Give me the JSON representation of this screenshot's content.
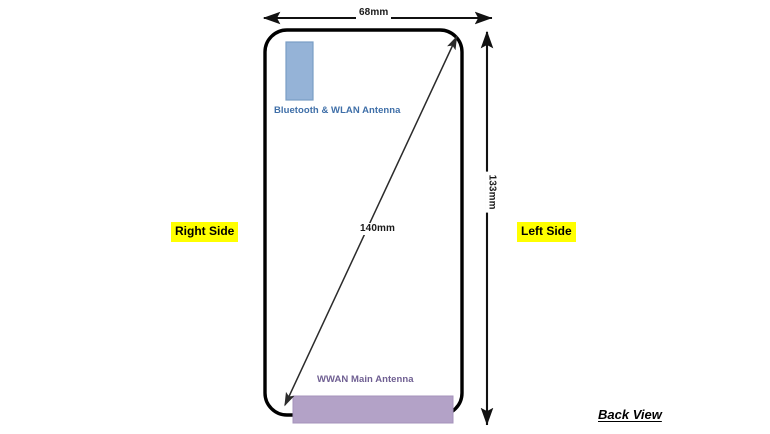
{
  "diagram": {
    "title": "Back View",
    "view_label": "Back View",
    "background_color": "#ffffff",
    "outline_color": "#000000",
    "dimensions": {
      "width_label": "68mm",
      "height_label": "133mm",
      "diagonal_label": "140mm"
    },
    "orientation_labels": {
      "right": "Right Side",
      "left": "Left Side",
      "highlight_color": "#ffff00"
    },
    "antennas": [
      {
        "id": "bluetooth-wlan",
        "label": "Bluetooth & WLAN Antenna",
        "fill_color": "#95b3d7",
        "stroke_color": "#7a9ec4",
        "text_color": "#3f6fa8"
      },
      {
        "id": "wwan-main",
        "label": "WWAN Main Antenna",
        "fill_color": "#b3a2c7",
        "stroke_color": "#a493bb",
        "text_color": "#6f5f92"
      }
    ]
  },
  "chart_data": {
    "type": "diagram",
    "title": "Back View",
    "subject": "mobile device back view with antenna placement",
    "measurements": [
      {
        "name": "width",
        "value": 68,
        "unit": "mm",
        "label": "68mm",
        "orientation": "horizontal"
      },
      {
        "name": "height",
        "value": 133,
        "unit": "mm",
        "label": "133mm",
        "orientation": "vertical"
      },
      {
        "name": "diagonal",
        "value": 140,
        "unit": "mm",
        "label": "140mm",
        "orientation": "diagonal"
      }
    ],
    "regions": [
      {
        "name": "Bluetooth & WLAN Antenna",
        "color": "#95b3d7",
        "position": "upper-left"
      },
      {
        "name": "WWAN Main Antenna",
        "color": "#b3a2c7",
        "position": "bottom-edge"
      }
    ],
    "annotations": [
      "Right Side",
      "Left Side",
      "Back View"
    ]
  }
}
